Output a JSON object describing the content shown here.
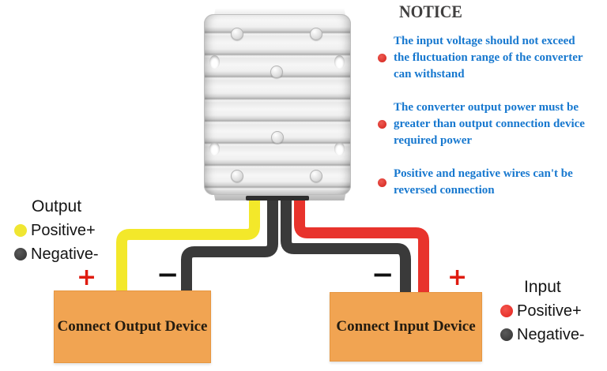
{
  "notice": {
    "title": "NOTICE",
    "items": [
      {
        "lines": [
          "The input voltage should not exceed",
          "the fluctuation range of the converter",
          "can withstand"
        ]
      },
      {
        "lines": [
          "The converter output power must be",
          "greater than output connection device",
          "required power"
        ]
      },
      {
        "lines": [
          "Positive and negative wires can't be",
          "reversed connection"
        ]
      }
    ]
  },
  "legend_output": {
    "title": "Output",
    "items": [
      {
        "label": "Positive+",
        "color": "#f0e632"
      },
      {
        "label": "Negative-",
        "color": "#3d3d3d"
      }
    ]
  },
  "legend_input": {
    "title": "Input",
    "items": [
      {
        "label": "Positive+",
        "color": "#e8332c"
      },
      {
        "label": "Negative-",
        "color": "#3d3d3d"
      }
    ]
  },
  "devices": {
    "output": {
      "label": "Connect Output Device",
      "positive_terminal": "+",
      "negative_terminal": "−"
    },
    "input": {
      "label": "Connect Input Device",
      "positive_terminal": "+",
      "negative_terminal": "−"
    }
  },
  "colors": {
    "notice_title": "#3f3e3e",
    "notice_text": "#1778cf",
    "notice_bullet": "#d92f28",
    "device_box": "#f1a452",
    "device_box_text": "#241c10",
    "wire_output_positive": "#f3e82a",
    "wire_output_negative": "#3a3a3a",
    "wire_input_positive": "#e8332c",
    "wire_input_negative": "#3a3a3a",
    "plus_sign": "#df1b10",
    "minus_sign": "#101010",
    "converter_metal": "#e9e9e9"
  }
}
